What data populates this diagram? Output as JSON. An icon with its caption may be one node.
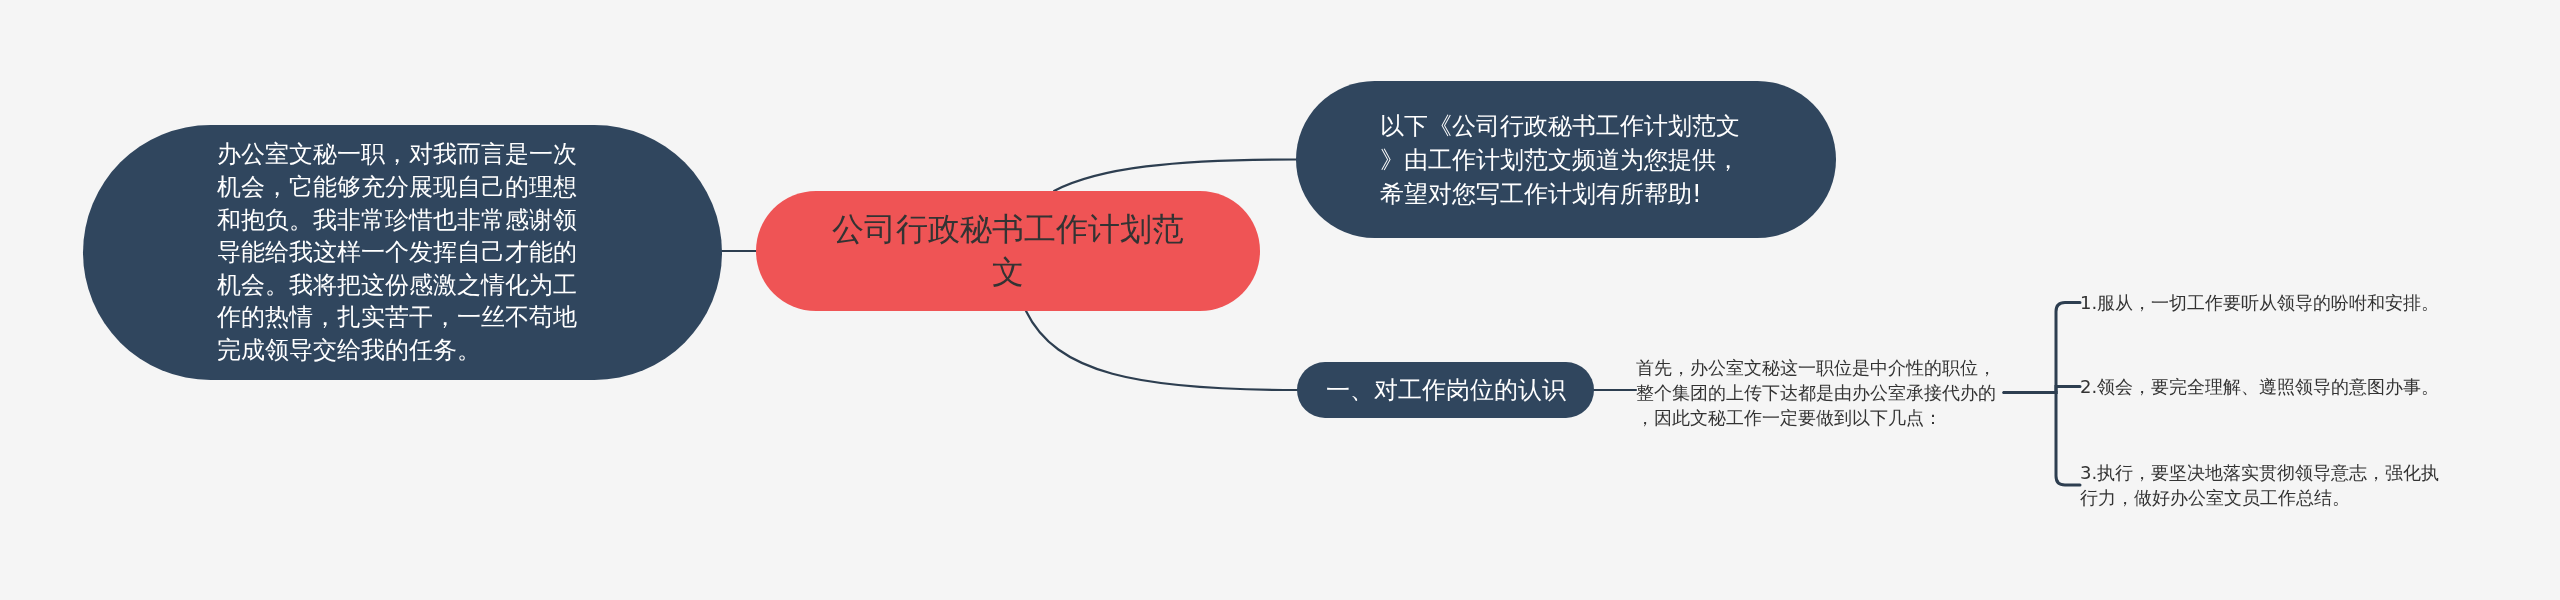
{
  "diagram": {
    "nodes": [
      {
        "text": [
          "公司行政秘书工作计划范文"
        ]
      },
      {
        "text": [
          "办公室文秘一职，对我而言是一次机会，它能够充分展现自己的理想和抱负。我非常珍惜也非常感谢领导能给我这样一个发挥自己才能的机会。我将把这份感激之情化为工作的热情，扎实苦干，一丝不苟地完成领导交给我的任务。"
        ]
      },
      {
        "text": [
          "以下《公司行政秘书工作计划范文》由工作计划范文频道为您提供，希望对您写工作计划有所帮助!"
        ]
      },
      {
        "text": [
          "一、对工作岗位的认识"
        ]
      },
      {
        "text": [
          "首先，办公室文秘这一职位是中介性的职位，整个集团的上传下达都是由办公室承接代办的，因此文秘工作一定要做到以下几点："
        ]
      },
      {
        "text": [
          "1.服从，一切工作要听从领导的吩咐和安排。"
        ]
      },
      {
        "text": [
          "2.领会，要完全理解、遵照领导的意图办事。"
        ]
      },
      {
        "text": [
          "3.执行，要坚决地落实贯彻领导意志，强化执行力，做好办公室文员工作总结。"
        ]
      }
    ],
    "edges": [
      {
        "from": 0,
        "to": 1,
        "arrow": "none"
      },
      {
        "from": 0,
        "to": 2,
        "arrow": "none"
      },
      {
        "from": 0,
        "to": 3,
        "arrow": "none"
      },
      {
        "from": 3,
        "to": 4,
        "arrow": "none"
      },
      {
        "from": 4,
        "to": 5,
        "arrow": "none"
      },
      {
        "from": 4,
        "to": 6,
        "arrow": "none"
      },
      {
        "from": 4,
        "to": 7,
        "arrow": "none"
      }
    ]
  }
}
